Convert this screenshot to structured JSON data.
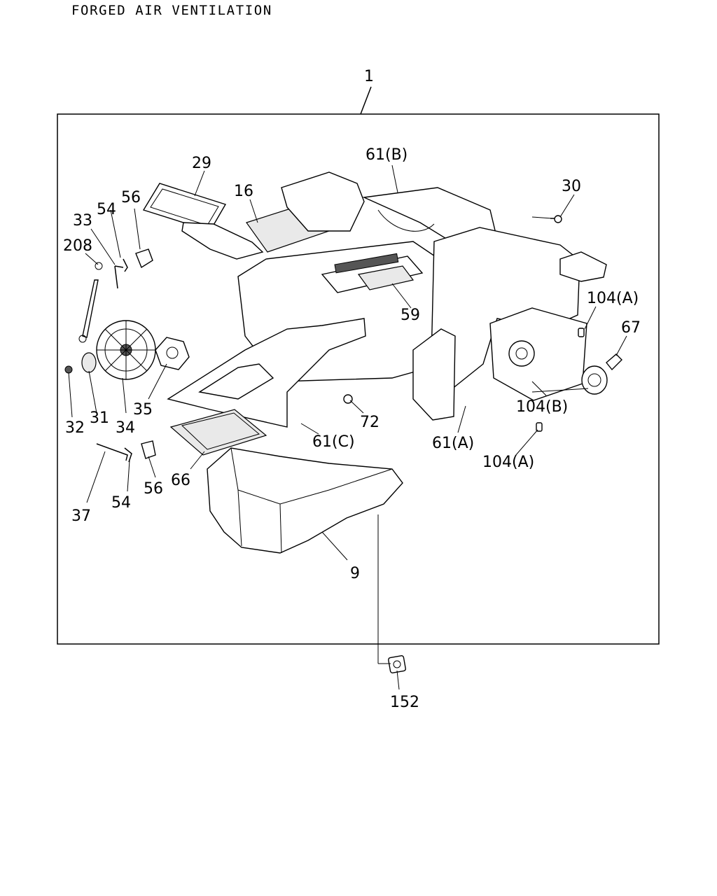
{
  "title": "FORGED AIR VENTILATION",
  "callouts": {
    "c1": "1",
    "c29": "29",
    "c16": "16",
    "c61b": "61(B)",
    "c30": "30",
    "c54_top": "54",
    "c56_top": "56",
    "c33": "33",
    "c208": "208",
    "c104a_top": "104(A)",
    "c67": "67",
    "c59": "59",
    "c72": "72",
    "c104b": "104(B)",
    "c32": "32",
    "c31": "31",
    "c34": "34",
    "c35": "35",
    "c61c": "61(C)",
    "c61a": "61(A)",
    "c104a_bottom": "104(A)",
    "c66": "66",
    "c56_bottom": "56",
    "c54_bottom": "54",
    "c37": "37",
    "c9": "9",
    "c152": "152"
  }
}
